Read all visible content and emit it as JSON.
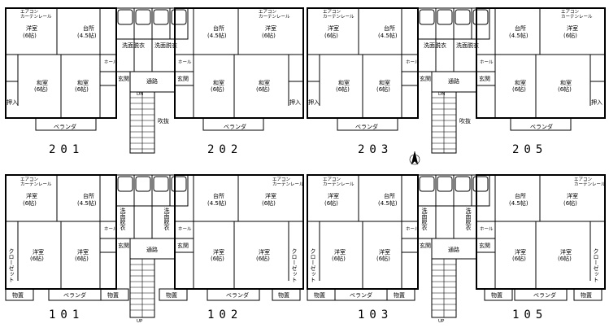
{
  "units": {
    "u201": "201",
    "u202": "202",
    "u203": "203",
    "u205": "205",
    "u101": "101",
    "u102": "102",
    "u103": "103",
    "u105": "105"
  },
  "labels": {
    "western": "洋室",
    "kitchen": "台所",
    "japanese": "和室",
    "six_mat": "(6帖)",
    "four_half_mat": "(4.5帖)",
    "washroom": "洗面脱衣",
    "hall": "ホール",
    "entrance": "玄関",
    "corridor": "通路",
    "veranda": "ベランダ",
    "closet_jp": "押入",
    "closet_en": "クローゼット",
    "storage": "物置",
    "stairwell": "吹抜",
    "down": "DN",
    "up": "UP",
    "aircon": "エアコン",
    "curtain_rail": "カーテンレール"
  }
}
